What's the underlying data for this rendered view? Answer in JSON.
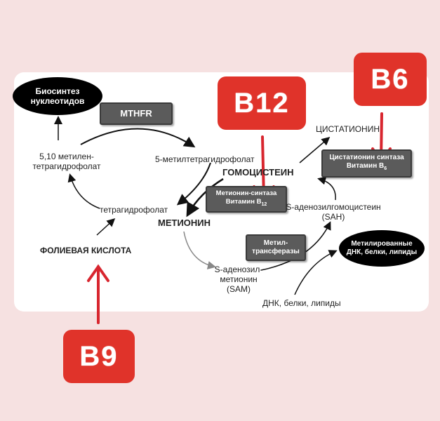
{
  "nodes": {
    "nucleotide_synthesis": "Биосинтез нуклеотидов",
    "mthfr": "MTHFR",
    "methylene_thf_line1": "5,10 метилен-",
    "methylene_thf_line2": "тетрагидрофолат",
    "methyl_thf": "5-метилтетрагидрофолат",
    "homocysteine": "ГОМОЦИСТЕИН",
    "cystathionine": "ЦИСТАТИОНИН",
    "cbs_line1": "Цистатионин синтаза",
    "cbs_line2": "Витамин B",
    "cbs_sub": "6",
    "ms_line1": "Метионин-синтаза",
    "ms_line2": "Витамин B",
    "ms_sub": "12",
    "thf": "тетрагидрофолат",
    "methionine": "МЕТИОНИН",
    "folic_acid": "ФОЛИЕВАЯ КИСЛОТА",
    "sah_line1": "S-аденозилгомоцистеин",
    "sah_line2": "(SAH)",
    "mt_line1": "Метил-",
    "mt_line2": "трансферазы",
    "methylated_line1": "Метилированные",
    "methylated_line2": "ДНК, белки, липиды",
    "sam_line1": "S-аденозил-",
    "sam_line2": "метионин",
    "sam_line3": "(SAM)",
    "dna_proteins": "ДНК, белки, липиды"
  },
  "vitamins": {
    "b12": "B12",
    "b6": "B6",
    "b9": "B9"
  },
  "colors": {
    "background": "#f6e1e1",
    "vitamin_badge": "#e0332a",
    "arrow_red": "#d8262f",
    "enzyme_box": "#5b5b5b"
  }
}
